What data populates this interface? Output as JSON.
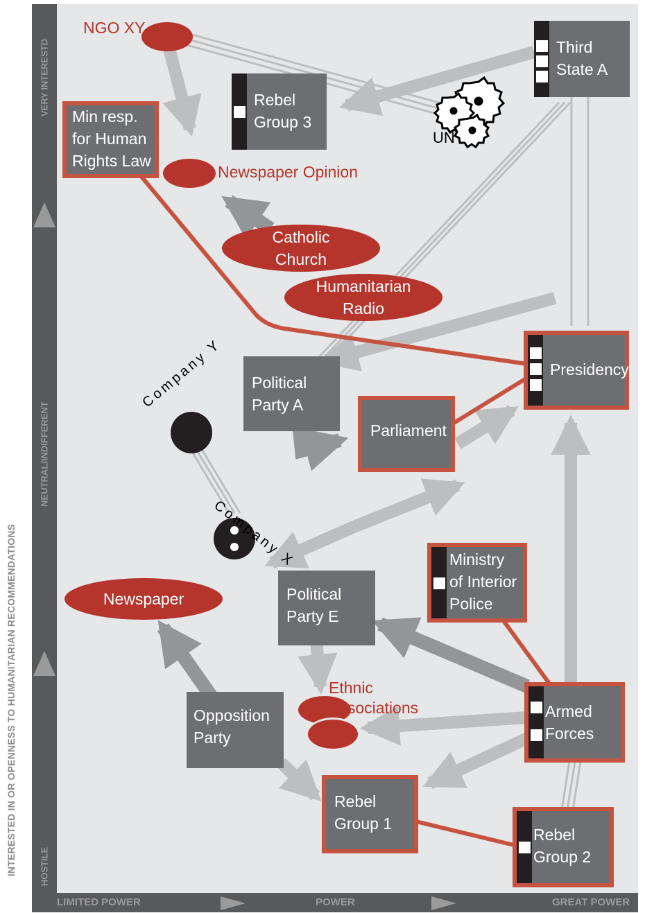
{
  "axes": {
    "y_title": "INTERESTED IN OR OPENNESS TO HUMANITARIAN RECOMMENDATIONS",
    "y_top": "VERY INTERESTD",
    "y_mid": "NEUTRAL/INDIFFERENT",
    "y_bottom": "HOSTILE",
    "x_left": "LIMITED POWER",
    "x_mid": "POWER",
    "x_right": "GREAT POWER"
  },
  "nodes": {
    "ngo_xy": "NGO XY",
    "rebel3": "Rebel Group 3",
    "third_state": "Third State A",
    "un": "UN",
    "min_hr": "Min resp. for Human Rights Law",
    "news_opinion": "Newspaper Opinion",
    "catholic": "Catholic Church",
    "hum_radio": "Humanitarian Radio",
    "presidency": "Presidency",
    "party_a": "Political Party A",
    "parliament": "Parliament",
    "company_y": "Company Y",
    "company_x": "Company X",
    "ministry": "Ministry of Interior Police",
    "newspaper": "Newspaper",
    "party_e": "Political Party E",
    "ethnic": "Ethnic Associations",
    "opposition": "Opposition Party",
    "armed": "Armed Forces",
    "rebel1": "Rebel Group 1",
    "rebel2": "Rebel Group 2"
  },
  "colors": {
    "background": "#e6e7e8",
    "axis": "#58595b",
    "box": "#6d6e71",
    "box_outline": "#c5533f",
    "oval": "#b5342b",
    "arrow_light": "#bcbec0",
    "arrow_dark": "#939598",
    "influence_line": "#c5533f"
  }
}
